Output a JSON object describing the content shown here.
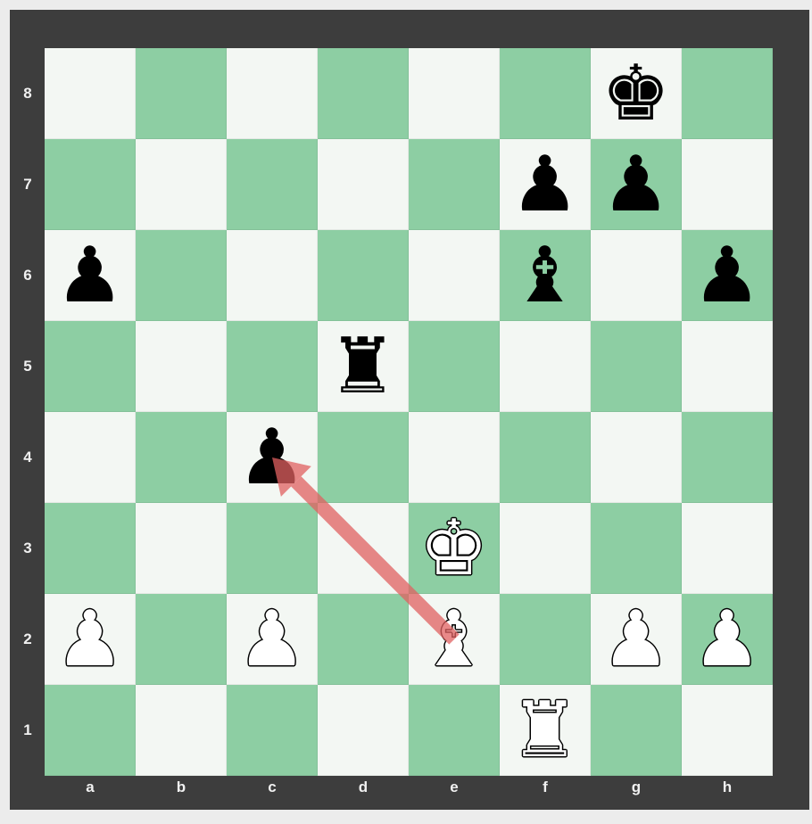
{
  "board": {
    "files": [
      "a",
      "b",
      "c",
      "d",
      "e",
      "f",
      "g",
      "h"
    ],
    "ranks": [
      "8",
      "7",
      "6",
      "5",
      "4",
      "3",
      "2",
      "1"
    ],
    "colors": {
      "light": "#f3f7f3",
      "dark": "#8dcea3",
      "frame": "#3d3d3d",
      "arrow": "#e06060"
    },
    "pieces": [
      {
        "square": "g8",
        "color": "black",
        "type": "king"
      },
      {
        "square": "f7",
        "color": "black",
        "type": "pawn"
      },
      {
        "square": "g7",
        "color": "black",
        "type": "pawn"
      },
      {
        "square": "a6",
        "color": "black",
        "type": "pawn"
      },
      {
        "square": "f6",
        "color": "black",
        "type": "bishop"
      },
      {
        "square": "h6",
        "color": "black",
        "type": "pawn"
      },
      {
        "square": "d5",
        "color": "black",
        "type": "rook"
      },
      {
        "square": "c4",
        "color": "black",
        "type": "pawn"
      },
      {
        "square": "e3",
        "color": "white",
        "type": "king"
      },
      {
        "square": "a2",
        "color": "white",
        "type": "pawn"
      },
      {
        "square": "c2",
        "color": "white",
        "type": "pawn"
      },
      {
        "square": "e2",
        "color": "white",
        "type": "bishop"
      },
      {
        "square": "g2",
        "color": "white",
        "type": "pawn"
      },
      {
        "square": "h2",
        "color": "white",
        "type": "pawn"
      },
      {
        "square": "f1",
        "color": "white",
        "type": "rook"
      }
    ],
    "arrow": {
      "from": "e2",
      "to": "c4"
    }
  }
}
